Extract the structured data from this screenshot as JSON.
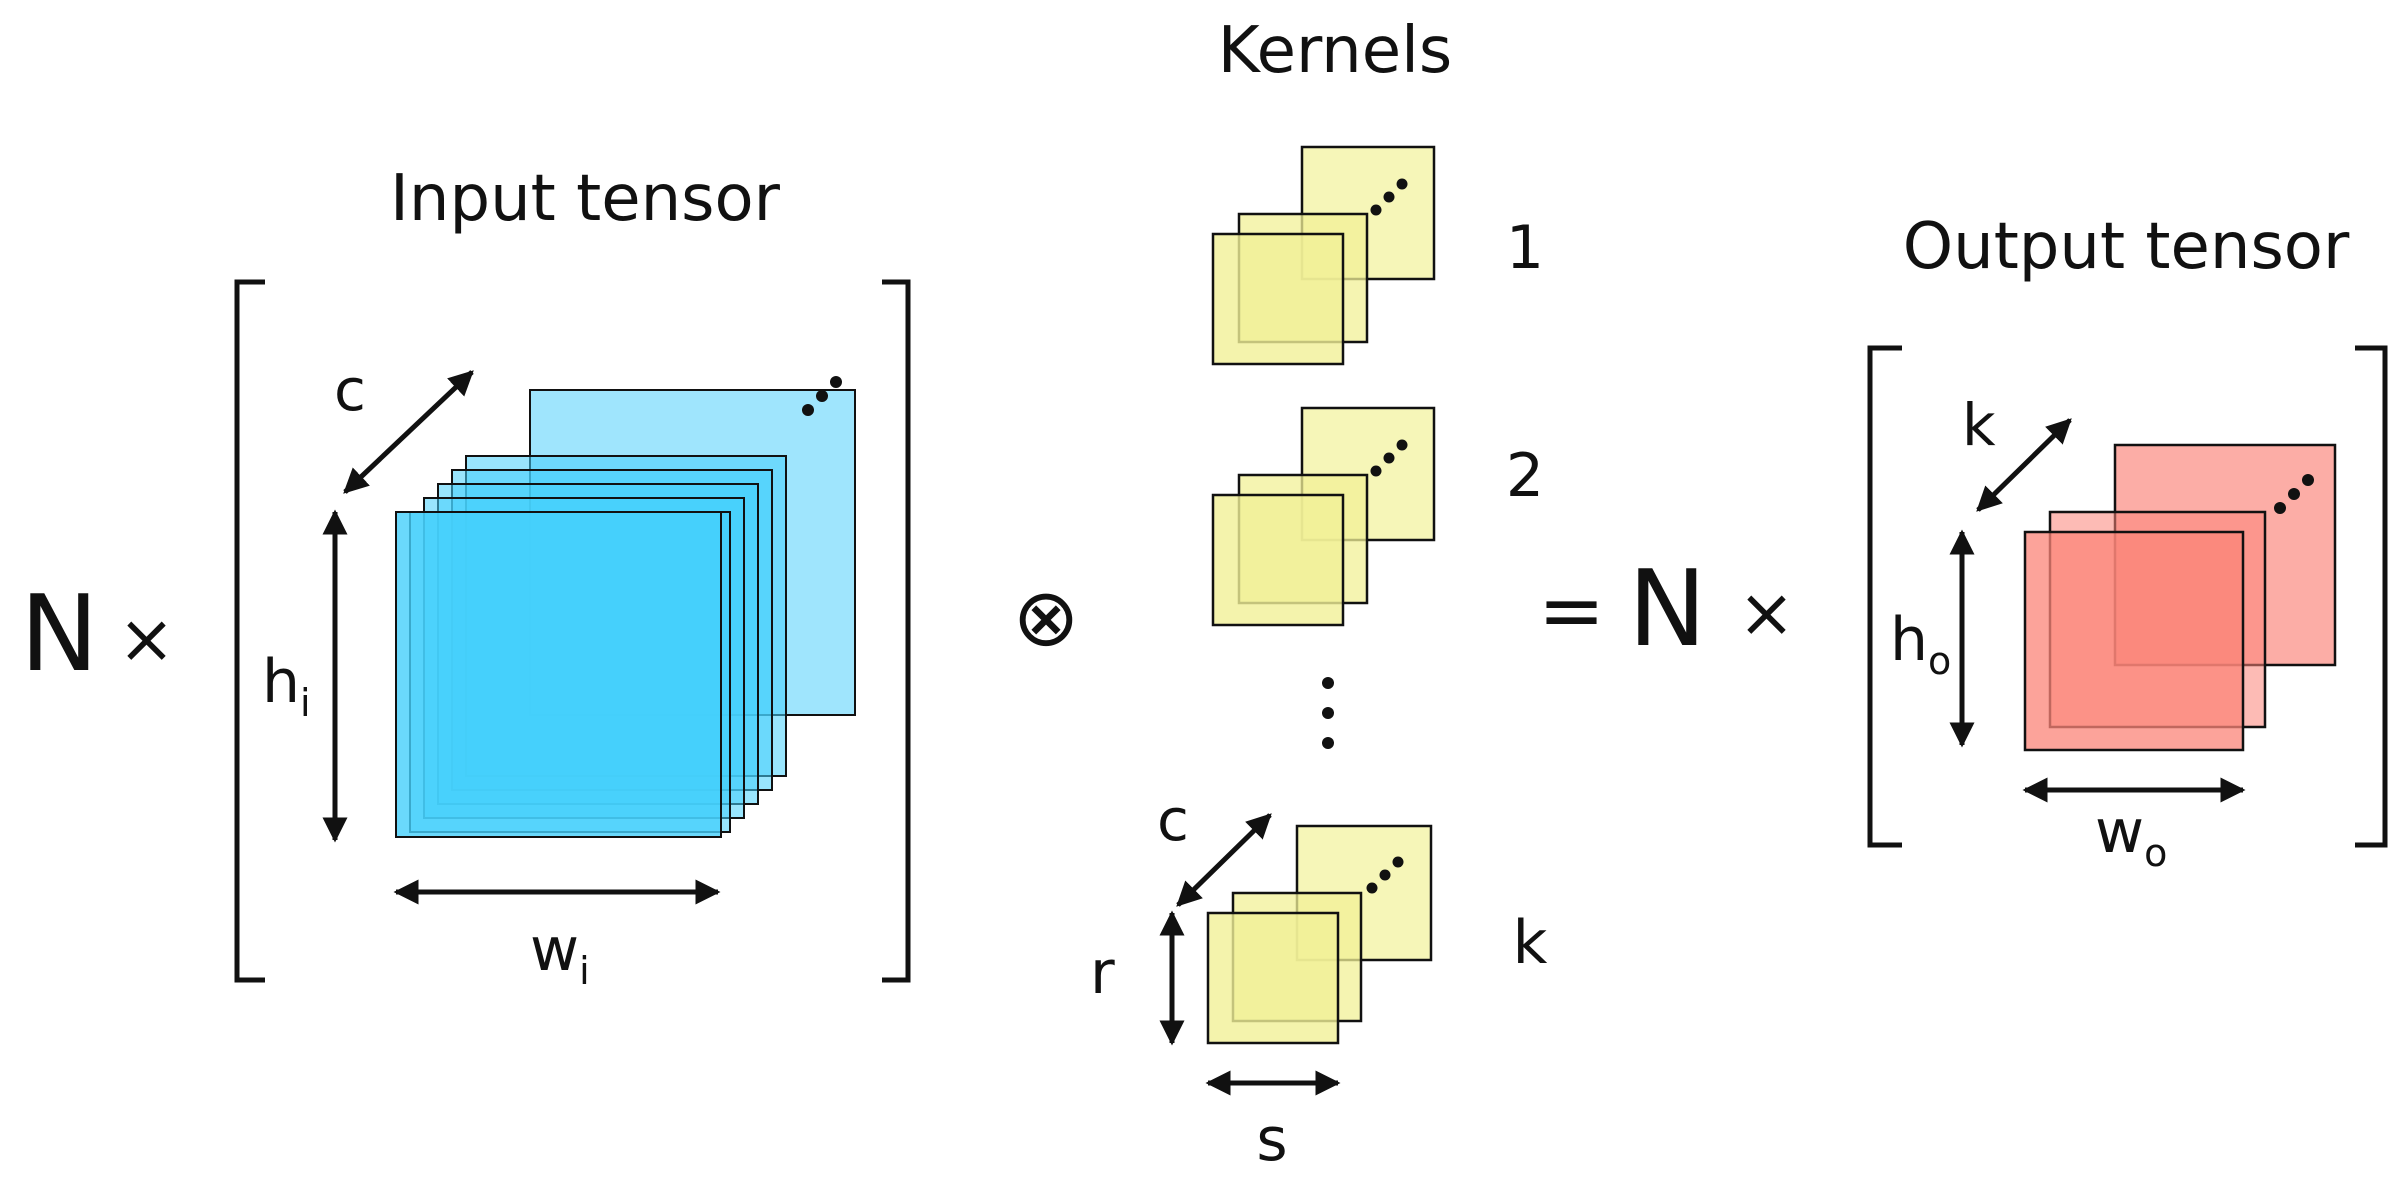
{
  "input": {
    "title": "Input tensor",
    "batch_symbol": "N",
    "times": "×",
    "channel_label": "c",
    "height_label": "h",
    "height_sub": "i",
    "width_label": "w",
    "width_sub": "i"
  },
  "operator": "⊗",
  "kernels": {
    "title": "Kernels",
    "items": [
      "1",
      "2",
      "k"
    ],
    "ellipsis": "⋮",
    "channel_label": "c",
    "row_label": "r",
    "col_label": "s"
  },
  "output": {
    "equals": "=",
    "batch_symbol": "N",
    "times": "×",
    "title": "Output tensor",
    "channel_label": "k",
    "height_label": "h",
    "height_sub": "o",
    "width_label": "w",
    "width_sub": "o"
  },
  "colors": {
    "input_fill": "#45d0fb",
    "input_back_fill": "#97e3fd",
    "kernel_fill": "#f1f097",
    "kernel_back_fill": "#f6f6b8",
    "output_fill": "#fb8478",
    "output_back_fill": "#fcada6",
    "stroke": "#111111"
  }
}
